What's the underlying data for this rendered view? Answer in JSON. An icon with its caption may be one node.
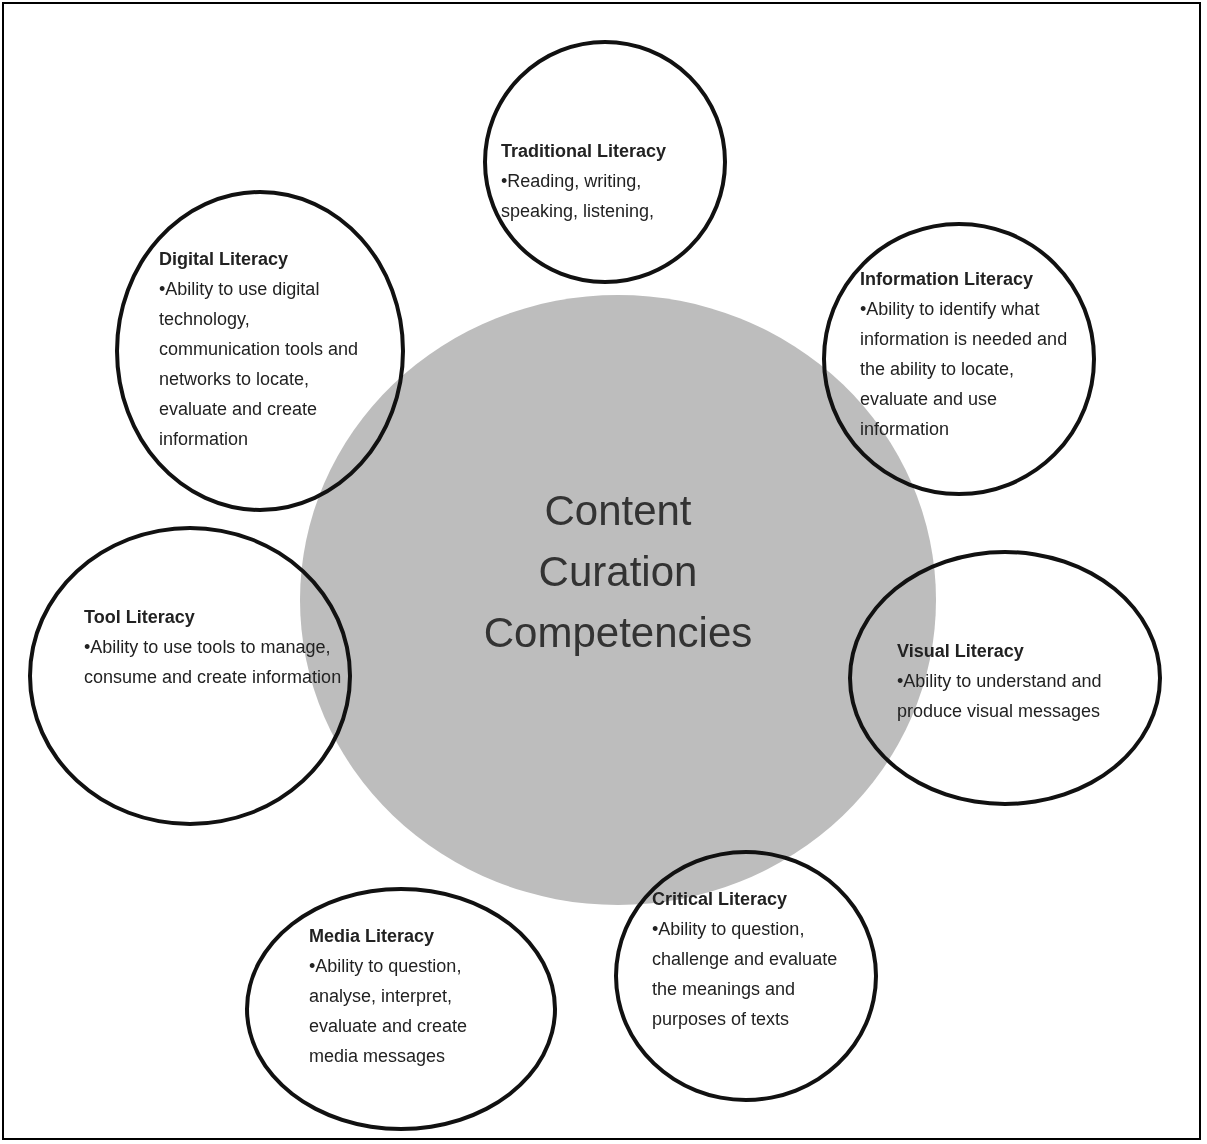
{
  "diagram": {
    "nodes": [
      {
        "text": [
          "Content Curation Competencies"
        ]
      },
      {
        "text": [
          "Traditional Literacy",
          "•Reading, writing, speaking, listening,"
        ]
      },
      {
        "text": [
          "Information Literacy",
          "•Ability to identify what information is needed and the ability to locate, evaluate and use information"
        ]
      },
      {
        "text": [
          "Visual Literacy",
          "•Ability to understand and produce visual messages"
        ]
      },
      {
        "text": [
          "Critical Literacy",
          "•Ability to question, challenge and evaluate the meanings and purposes of texts"
        ]
      },
      {
        "text": [
          "Media Literacy",
          "•Ability to question, analyse, interpret, evaluate and create media messages"
        ]
      },
      {
        "text": [
          "Tool Literacy",
          "•Ability to use tools to manage, consume and create information"
        ]
      },
      {
        "text": [
          "Digital Literacy",
          "•Ability to use digital technology, communication tools and networks to locate, evaluate and create information"
        ]
      }
    ]
  }
}
